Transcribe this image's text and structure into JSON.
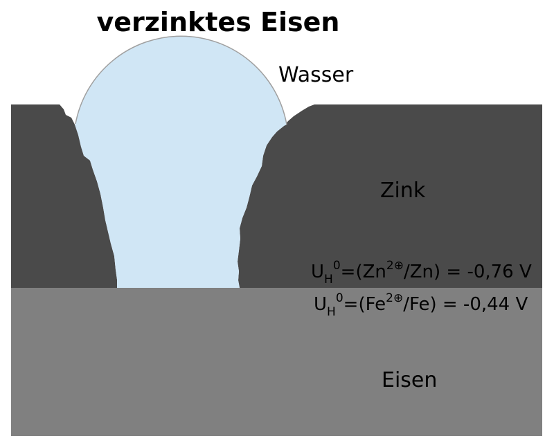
{
  "title": "verzinktes Eisen",
  "labels": {
    "water": "Wasser",
    "zinc": "Zink",
    "iron": "Eisen"
  },
  "potentials": {
    "zinc": {
      "prefix": "U",
      "subscript": "H",
      "superscript": "0",
      "ion_open": "=(Zn",
      "charge": "2⊕",
      "rest": "/Zn) = -0,76 V"
    },
    "iron": {
      "prefix": "U",
      "subscript": "H",
      "superscript": "0",
      "ion_open": "=(Fe",
      "charge": "2⊕",
      "rest": "/Fe) = -0,44 V"
    }
  },
  "colors": {
    "zinc": "#4a4a4a",
    "iron": "#808080",
    "water": "#d0e6f5",
    "water_outline": "#a0a0a0"
  }
}
